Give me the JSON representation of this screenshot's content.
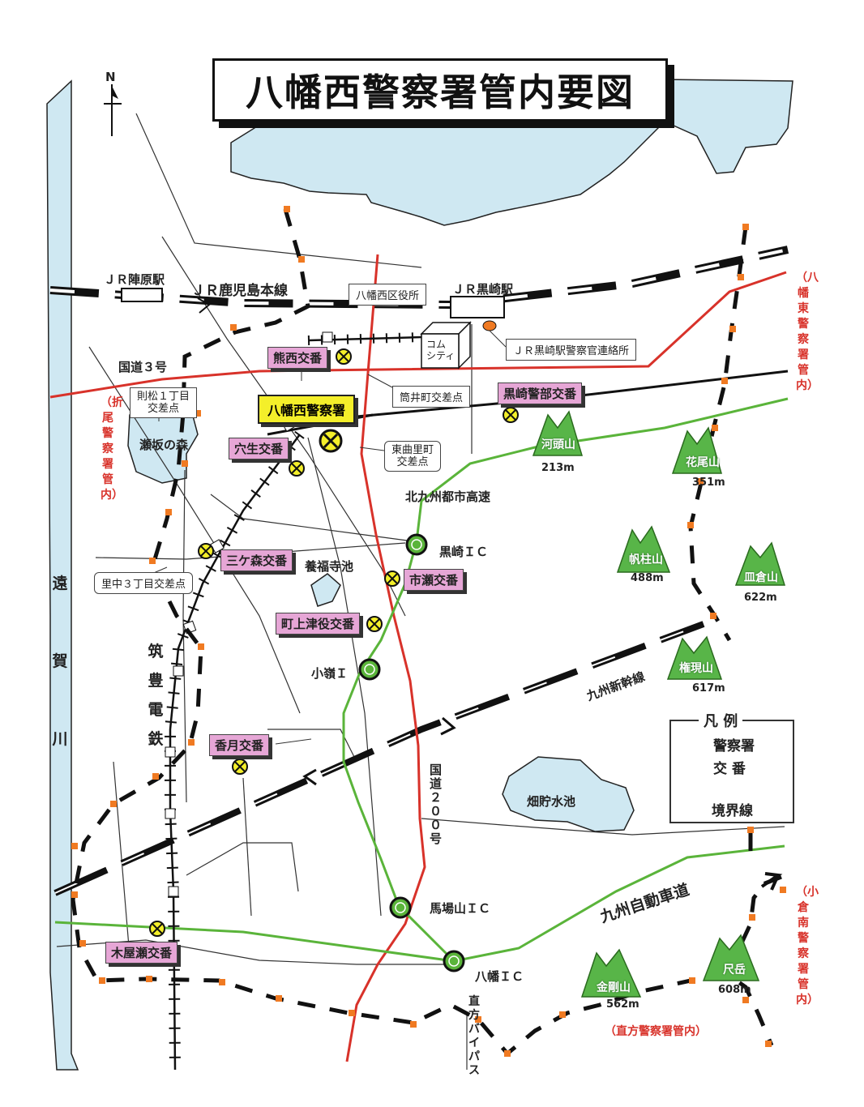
{
  "title": "八幡西警察署管内要図",
  "north": "N",
  "colors": {
    "water": "#cfe8f2",
    "road_red": "#d8322a",
    "expressway": "#5ab43a",
    "koban": "#e6a6d6",
    "hq": "#f4ef2a",
    "mountain": "#58b548",
    "boundary_dot": "#f07a22"
  },
  "stations": {
    "jinbaru": "ＪＲ陣原駅",
    "kurosaki": "ＪＲ黒崎駅",
    "line": "ＪＲ鹿児島本線",
    "renraku": "ＪＲ黒崎駅警察官連絡所"
  },
  "places": {
    "ward_office": "八幡西区役所",
    "comcity": "コム\nシティ",
    "route3": "国道３号",
    "route200": "国道２００号",
    "toshi_kosoku": "北九州都市高速",
    "shinkansen": "九州新幹線",
    "jidosha": "九州自動車道",
    "bypass": "直方バイパス",
    "chikuho": "筑豊電鉄",
    "ongagawa": "遠賀川",
    "sesaka": "瀬坂の森",
    "yofukuji": "養福寺池",
    "hatake": "畑貯水池",
    "tsutsui": "筒井町交差点",
    "higashimagari": "東曲里町\n交差点",
    "norimatsu": "則松１丁目\n交差点",
    "satonaka": "里中３丁目交差点"
  },
  "hq": "八幡西警察署",
  "kobans": [
    "熊西交番",
    "黒崎警部交番",
    "穴生交番",
    "三ケ森交番",
    "市瀬交番",
    "町上津役交番",
    "香月交番",
    "木屋瀬交番"
  ],
  "ic": {
    "kurosaki": "黒崎ＩＣ",
    "korei": "小嶺Ｉ",
    "umaba": "馬場山ＩＣ",
    "yahata": "八幡ＩＣ"
  },
  "mountains": [
    {
      "name": "河頭山",
      "elev": "213m"
    },
    {
      "name": "花尾山",
      "elev": "351m"
    },
    {
      "name": "帆柱山",
      "elev": "488m"
    },
    {
      "name": "皿倉山",
      "elev": "622m"
    },
    {
      "name": "権現山",
      "elev": "617m"
    },
    {
      "name": "金剛山",
      "elev": "562m"
    },
    {
      "name": "尺岳",
      "elev": "608m"
    }
  ],
  "jurisdictions": {
    "orio": "（折尾警察署管内）",
    "higashi": "（八幡東警察署管内）",
    "kokuraminami": "（小倉南警察署管内）",
    "nogata": "（直方警察署管内）"
  },
  "legend": {
    "title": "凡 例",
    "hq": "警察署",
    "koban": "交 番",
    "boundary": "境界線"
  }
}
